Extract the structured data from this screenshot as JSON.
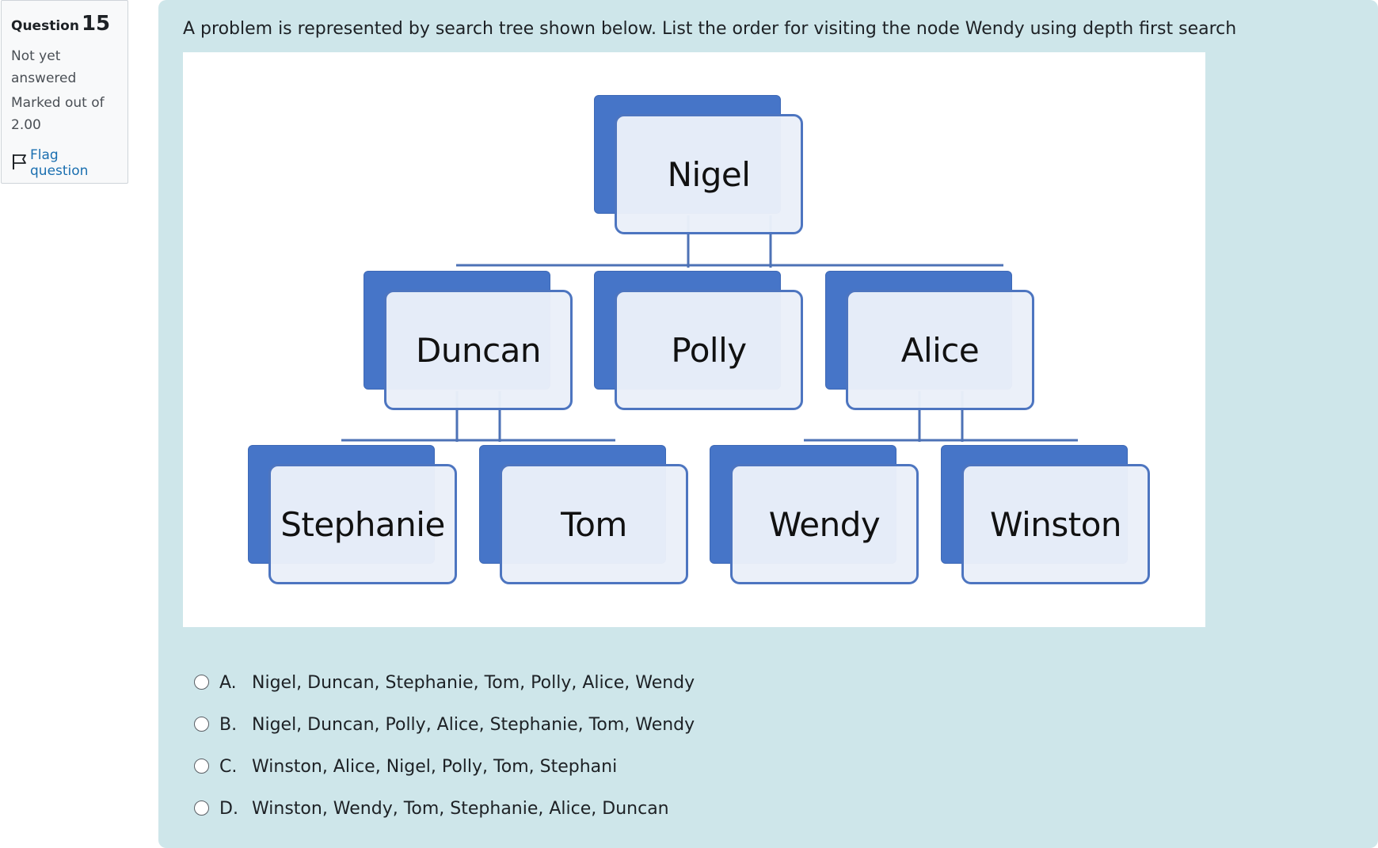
{
  "info": {
    "question_prefix": "Question",
    "question_number": "15",
    "state": "Not yet answered",
    "grade": "Marked out of 2.00",
    "flag_label": "Flag question"
  },
  "question": {
    "text": "A problem is represented by search tree shown below. List the order for visiting the node Wendy using depth first search"
  },
  "tree": {
    "root": "Nigel",
    "level1": [
      "Duncan",
      "Polly",
      "Alice"
    ],
    "level2": [
      "Stephanie",
      "Tom",
      "Wendy",
      "Winston"
    ]
  },
  "answers": [
    {
      "letter": "A.",
      "text": "Nigel, Duncan, Stephanie, Tom, Polly, Alice, Wendy"
    },
    {
      "letter": "B.",
      "text": "Nigel, Duncan, Polly, Alice, Stephanie, Tom, Wendy"
    },
    {
      "letter": "C.",
      "text": "Winston, Alice, Nigel, Polly, Tom, Stephani"
    },
    {
      "letter": "D.",
      "text": "Winston, Wendy, Tom, Stephanie, Alice, Duncan"
    }
  ],
  "colors": {
    "panel_background": "#cee6ea",
    "node_dark": "#4675c8",
    "node_light": "#eaeff9",
    "link": "#1a6fb0"
  }
}
